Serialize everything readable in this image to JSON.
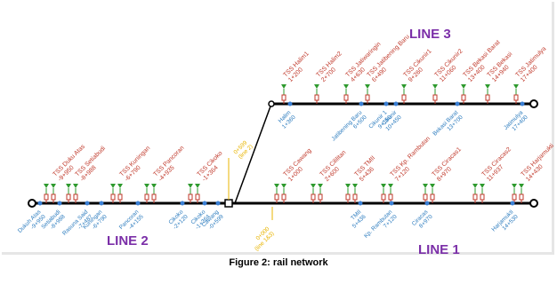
{
  "caption": "Figure 2: rail network",
  "colors": {
    "track": "#000000",
    "tss_label": "#c0392b",
    "station_label": "#2e7dbf",
    "tss_marker": "#c0392b",
    "tss_icon": "#2e9a2e",
    "station_node": "#3a7fd4",
    "line_title": "#7b2fa8",
    "junction_label": "#e8b400"
  },
  "lines": [
    {
      "id": "line1",
      "label": "LINE 1"
    },
    {
      "id": "line2",
      "label": "LINE 2"
    },
    {
      "id": "line3",
      "label": "LINE 3"
    }
  ],
  "junctions": [
    {
      "id": "j1",
      "lines": [
        "0+599",
        "(line 2)"
      ],
      "color": "junction"
    },
    {
      "id": "j2",
      "lines": [
        "0+000",
        "(line 1&3)"
      ],
      "color": "junction"
    }
  ],
  "tss_line2": [
    {
      "lines": [
        "TSS Duku Atas",
        "-9+950"
      ]
    },
    {
      "lines": [
        "TSS Setiabudi",
        "-8+988"
      ]
    },
    {
      "lines": [
        "TSS Kuningan",
        "-6+790"
      ]
    },
    {
      "lines": [
        "TSS Pancoran",
        "-4+935"
      ]
    },
    {
      "lines": [
        "TSS Cikoko",
        "-1+364"
      ]
    }
  ],
  "tss_line1": [
    {
      "lines": [
        "TSS Cawang",
        "1+000"
      ]
    },
    {
      "lines": [
        "TSS Cililitan",
        "2+600"
      ]
    },
    {
      "lines": [
        "TSS TMII",
        "5+436"
      ]
    },
    {
      "lines": [
        "TSS Kp. Rambutan",
        "7+120"
      ]
    },
    {
      "lines": [
        "TSS Ciracas1",
        "8+970"
      ]
    },
    {
      "lines": [
        "TSS Ciracas2",
        "11+937"
      ]
    },
    {
      "lines": [
        "TSS Harjamukti",
        "14+430"
      ]
    }
  ],
  "tss_line3": [
    {
      "lines": [
        "TSS Halim1",
        "1+200"
      ]
    },
    {
      "lines": [
        "TSS Halim2",
        "2+700"
      ]
    },
    {
      "lines": [
        "TSS Jatiwaringin",
        "4+630"
      ]
    },
    {
      "lines": [
        "TSS Jatibening Baru",
        "6+490"
      ]
    },
    {
      "lines": [
        "TSS Cikunir1",
        "9+260"
      ]
    },
    {
      "lines": [
        "TSS Cikunir2",
        "11+060"
      ]
    },
    {
      "lines": [
        "TSS Bekasi Barat",
        "13+400"
      ]
    },
    {
      "lines": [
        "TSS Bekasi",
        "14+940"
      ]
    },
    {
      "lines": [
        "TSS Jatimulya",
        "17+400"
      ]
    }
  ],
  "stations_line2": [
    {
      "lines": [
        "Dukuh Atas",
        "-9+950"
      ]
    },
    {
      "lines": [
        "Setiabudi",
        "-8+988"
      ]
    },
    {
      "lines": [
        "Rasuna Said",
        "-7+487"
      ]
    },
    {
      "lines": [
        "Kuningan",
        "-6+790"
      ]
    },
    {
      "lines": [
        "Pancoran",
        "-4+155"
      ]
    },
    {
      "lines": [
        "Cikoko",
        "-2+120"
      ]
    },
    {
      "lines": [
        "Cikoko",
        "-1+364"
      ]
    },
    {
      "lines": [
        "Cawang",
        "-0+599"
      ]
    }
  ],
  "stations_line1": [
    {
      "lines": [
        "TMII",
        "5+436"
      ]
    },
    {
      "lines": [
        "Kp. Rambutan",
        "7+120"
      ]
    },
    {
      "lines": [
        "Ciracas",
        "8+970"
      ]
    },
    {
      "lines": [
        "Harjamukti",
        "14+530"
      ]
    }
  ],
  "stations_line3": [
    {
      "lines": [
        "Halim",
        "1+360"
      ]
    },
    {
      "lines": [
        "Jatibening Baru",
        "6+500"
      ]
    },
    {
      "lines": [
        "Cikunir 1",
        "9+150"
      ]
    },
    {
      "lines": [
        "Cikunir",
        "10+450"
      ]
    },
    {
      "lines": [
        "Bekasi Barat",
        "13+700"
      ]
    },
    {
      "lines": [
        "Jatimulya",
        "17+400"
      ]
    }
  ]
}
